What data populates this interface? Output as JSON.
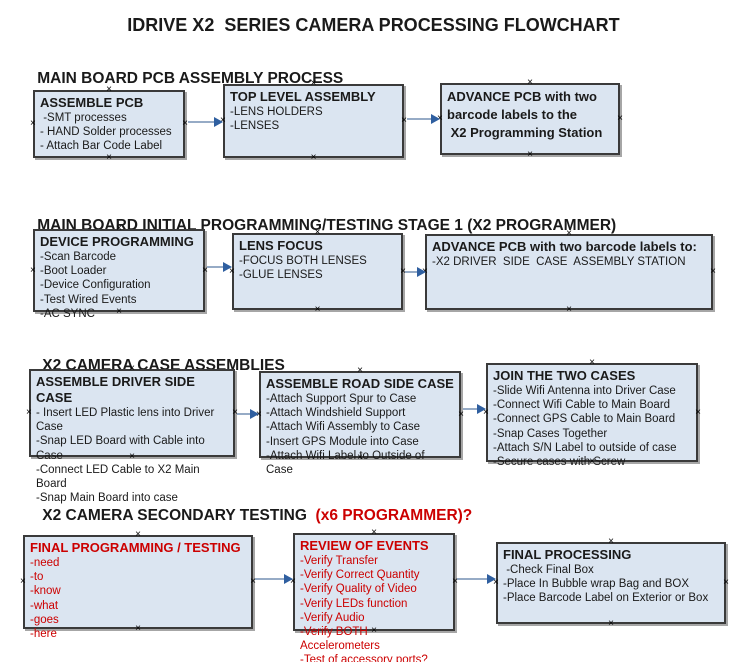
{
  "title": "IDRIVE X2  SERIES CAMERA PROCESSING FLOWCHART",
  "colors": {
    "box_fill": "#dbe5f1",
    "box_border": "#3a3a3a",
    "box_shadow": "#a6a6a6",
    "accent_red": "#cc0000",
    "arrow_line": "#96abc6",
    "arrow_head": "#2f5fa0",
    "text": "#1a1a1a"
  },
  "icons": {
    "connection_point": "×"
  },
  "sections": [
    {
      "header": "MAIN BOARD PCB ASSEMBLY PROCESS",
      "header_red": "",
      "boxes": [
        {
          "title": "ASSEMBLE PCB",
          "items": [
            " -SMT processes",
            "- HAND Solder processes",
            "- Attach Bar Code Label"
          ]
        },
        {
          "title": "TOP LEVEL ASSEMBLY",
          "items": [
            "-LENS HOLDERS",
            "-LENSES"
          ]
        },
        {
          "title": "ADVANCE PCB with two barcode labels to the",
          "items": [
            " X2 Programming Station"
          ]
        }
      ]
    },
    {
      "header": "MAIN BOARD INITIAL PROGRAMMING/TESTING STAGE 1 (X2 PROGRAMMER)",
      "header_red": "",
      "boxes": [
        {
          "title": "DEVICE PROGRAMMING",
          "items": [
            "-Scan Barcode",
            "-Boot Loader",
            "-Device Configuration",
            "-Test Wired Events",
            "-AC SYNC"
          ]
        },
        {
          "title": "LENS FOCUS",
          "items": [
            "-FOCUS BOTH LENSES",
            "-GLUE LENSES"
          ]
        },
        {
          "title": "ADVANCE PCB with two barcode labels to:",
          "items": [
            "-X2 DRIVER  SIDE  CASE  ASSEMBLY STATION"
          ]
        }
      ]
    },
    {
      "header": "X2 CAMERA CASE ASSEMBLIES",
      "header_red": "",
      "boxes": [
        {
          "title": "ASSEMBLE DRIVER SIDE CASE",
          "items": [
            "- Insert LED Plastic lens into Driver Case",
            "-Snap LED Board with Cable into Case",
            "-Connect LED Cable to X2 Main Board",
            "-Snap Main Board into case"
          ]
        },
        {
          "title": "ASSEMBLE ROAD SIDE CASE",
          "items": [
            "-Attach Support Spur to Case",
            "-Attach Windshield Support",
            "-Attach Wifi Assembly to Case",
            "-Insert GPS Module into Case",
            "-Attach Wifi Label to Outside of Case"
          ]
        },
        {
          "title": "JOIN THE TWO CASES",
          "items": [
            "-Slide Wifi Antenna into Driver Case",
            "-Connect Wifi Cable to Main Board",
            "-Connect GPS Cable to Main Board",
            "-Snap Cases Together",
            "-Attach S/N Label to outside of case",
            "-Secure cases with Screw"
          ]
        }
      ]
    },
    {
      "header": "X2 CAMERA SECONDARY TESTING ",
      "header_red": " (x6 PROGRAMMER)?",
      "boxes": [
        {
          "title": "FINAL PROGRAMMING / TESTING",
          "items": [
            "-need",
            "-to",
            "-know",
            "-what",
            "-goes",
            "-here"
          ]
        },
        {
          "title": "REVIEW OF EVENTS",
          "items": [
            "-Verify Transfer",
            "-Verify Correct Quantity",
            "-Verify Quality of Video",
            "-Verify LEDs function",
            "-Verify Audio",
            "-Verify BOTH Accelerometers",
            "-Test of accessory ports?"
          ]
        },
        {
          "title": "FINAL PROCESSING",
          "items": [
            " -Check Final Box",
            "-Place In Bubble wrap Bag and BOX",
            "-Place Barcode Label on Exterior or Box"
          ]
        }
      ]
    }
  ]
}
